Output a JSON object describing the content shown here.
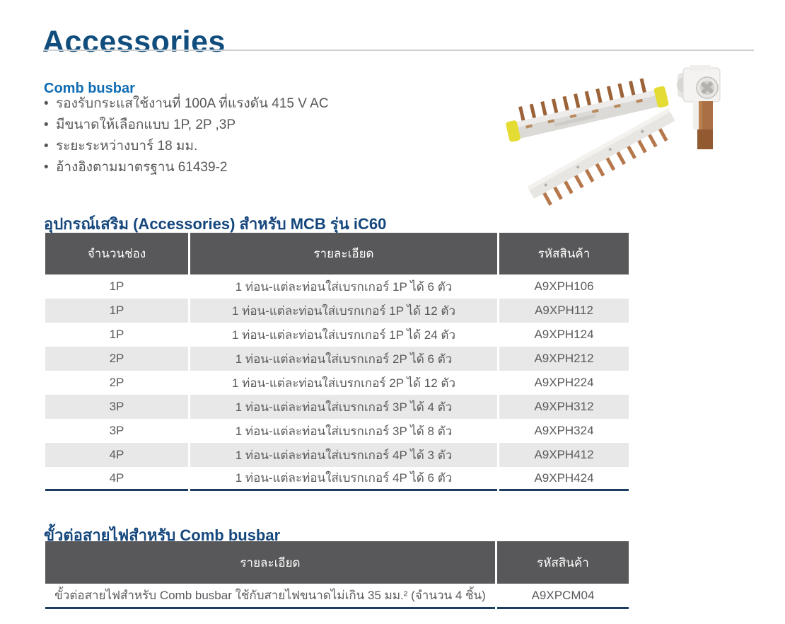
{
  "page": {
    "title": "Accessories",
    "colors": {
      "title_blue": "#114e7d",
      "subheading_blue": "#0e6cb4",
      "section_blue": "#15477c",
      "table_header_bg": "#58585a",
      "row_stripe": "#e8e8e8",
      "table_bottom_line": "#1b3d62",
      "body_text": "#58585a"
    }
  },
  "comb_busbar": {
    "heading": "Comb busbar",
    "bullets": [
      "รองรับกระแสใช้งานที่ 100A ที่แรงดัน 415 V AC",
      "มีขนาดให้เลือกแบบ 1P, 2P ,3P",
      "ระยะระหว่างบาร์ 18 มม.",
      "อ้างอิงตามมาตรฐาน 61439-2"
    ],
    "images": {
      "busbar_top": "comb busbar with yellow end caps and copper teeth",
      "busbar_bottom": "comb busbar angled with copper pins",
      "connector": "cable connector block with screw and copper bar"
    }
  },
  "table1": {
    "title": "อุปกรณ์เสริม (Accessories) สำหรับ MCB รุ่น iC60",
    "headers": [
      "จำนวนช่อง",
      "รายละเอียด",
      "รหัสสินค้า"
    ],
    "rows": [
      [
        "1P",
        "1 ท่อน-แต่ละท่อนใส่เบรกเกอร์ 1P ได้ 6 ตัว",
        "A9XPH106"
      ],
      [
        "1P",
        "1 ท่อน-แต่ละท่อนใส่เบรกเกอร์ 1P ได้ 12 ตัว",
        "A9XPH112"
      ],
      [
        "1P",
        "1 ท่อน-แต่ละท่อนใส่เบรกเกอร์ 1P ได้ 24 ตัว",
        "A9XPH124"
      ],
      [
        "2P",
        "1 ท่อน-แต่ละท่อนใส่เบรกเกอร์ 2P ได้ 6 ตัว",
        "A9XPH212"
      ],
      [
        "2P",
        "1 ท่อน-แต่ละท่อนใส่เบรกเกอร์ 2P ได้ 12 ตัว",
        "A9XPH224"
      ],
      [
        "3P",
        "1 ท่อน-แต่ละท่อนใส่เบรกเกอร์ 3P ได้ 4 ตัว",
        "A9XPH312"
      ],
      [
        "3P",
        "1 ท่อน-แต่ละท่อนใส่เบรกเกอร์ 3P ได้ 8 ตัว",
        "A9XPH324"
      ],
      [
        "4P",
        "1 ท่อน-แต่ละท่อนใส่เบรกเกอร์ 4P ได้ 3 ตัว",
        "A9XPH412"
      ],
      [
        "4P",
        "1 ท่อน-แต่ละท่อนใส่เบรกเกอร์ 4P ได้ 6 ตัว",
        "A9XPH424"
      ]
    ]
  },
  "table2": {
    "title": "ขั้วต่อสายไฟสำหรับ Comb busbar",
    "headers": [
      "รายละเอียด",
      "รหัสสินค้า"
    ],
    "rows": [
      [
        "ขั้วต่อสายไฟสำหรับ Comb busbar ใช้กับสายไฟขนาดไม่เกิน 35 มม.² (จำนวน 4 ชิ้น)",
        "A9XPCM04"
      ]
    ]
  }
}
